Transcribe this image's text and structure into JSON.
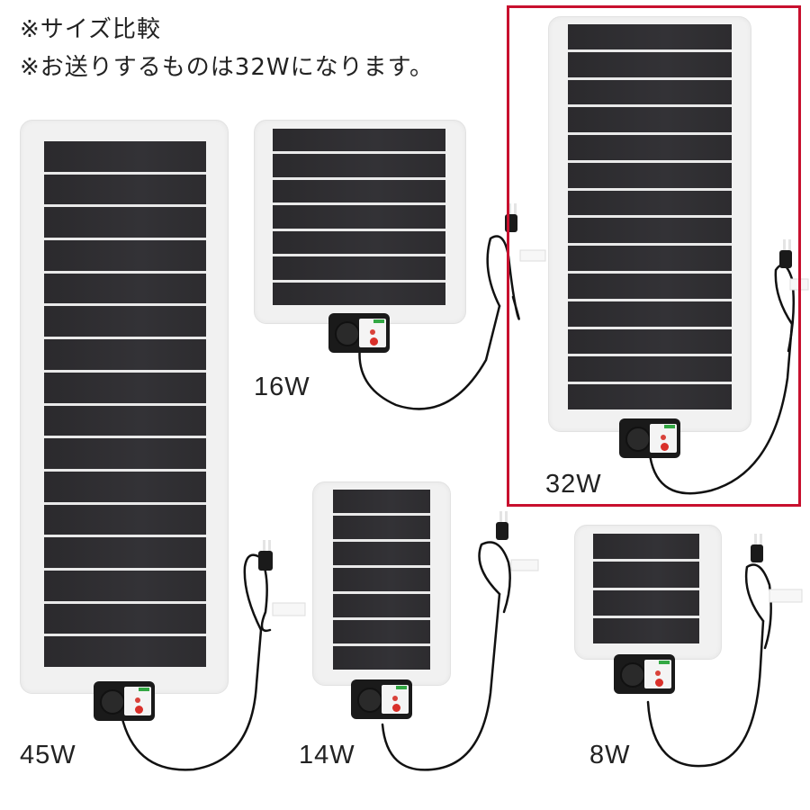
{
  "header": {
    "note_size_comparison": "※サイズ比較",
    "note_shipping": "※お送りするものは32Wになります。"
  },
  "highlight": {
    "target": "32W",
    "border_color": "#c8102e"
  },
  "heaters": [
    {
      "id": "45w",
      "label": "45W",
      "strips": 16
    },
    {
      "id": "16w",
      "label": "16W",
      "strips": 7
    },
    {
      "id": "32w",
      "label": "32W",
      "strips": 14,
      "highlighted": true
    },
    {
      "id": "14w",
      "label": "14W",
      "strips": 7
    },
    {
      "id": "8w",
      "label": "8W",
      "strips": 4
    }
  ]
}
